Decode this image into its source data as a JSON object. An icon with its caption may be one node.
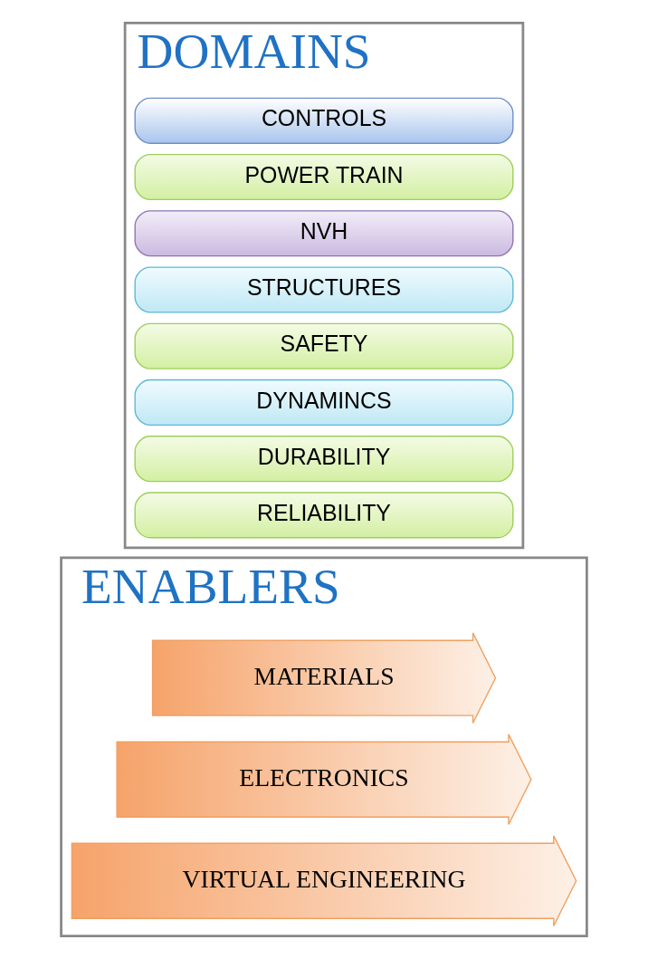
{
  "diagram": {
    "nodes": [
      {
        "text": [
          "DOMAINS"
        ]
      },
      {
        "text": [
          "CONTROLS"
        ],
        "in": 0
      },
      {
        "text": [
          "POWER TRAIN"
        ],
        "in": 0
      },
      {
        "text": [
          "NVH"
        ],
        "in": 0
      },
      {
        "text": [
          "STRUCTURES"
        ],
        "in": 0
      },
      {
        "text": [
          "SAFETY"
        ],
        "in": 0
      },
      {
        "text": [
          "DYNAMINCS"
        ],
        "in": 0
      },
      {
        "text": [
          "DURABILITY"
        ],
        "in": 0
      },
      {
        "text": [
          "RELIABILITY"
        ],
        "in": 0
      },
      {
        "text": [
          "ENABLERS"
        ]
      },
      {
        "text": [
          "MATERIALS"
        ],
        "in": 9
      },
      {
        "text": [
          "ELECTRONICS"
        ],
        "in": 9
      },
      {
        "text": [
          "VIRTUAL ENGINEERING"
        ],
        "in": 9
      }
    ]
  }
}
